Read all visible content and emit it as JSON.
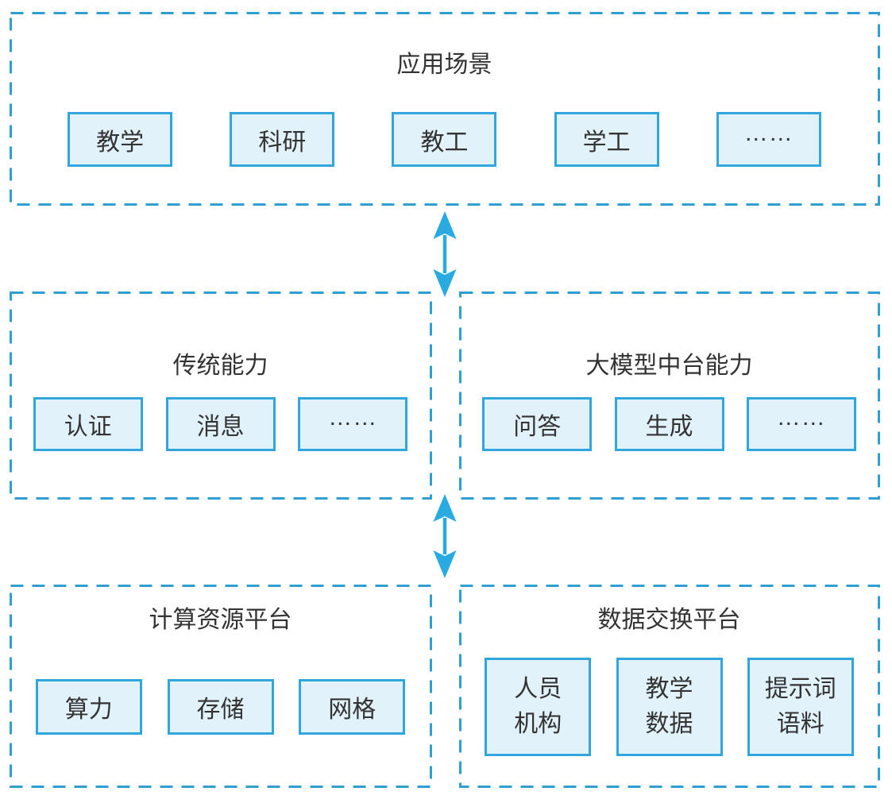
{
  "colors": {
    "background": "#ffffff",
    "dashed_container_border": "#2E9FD0",
    "arrow": "#29ABE2",
    "item_box_border": "#2FA7DC",
    "item_box_fill": "#E1F2FB",
    "text": "#333333"
  },
  "sections": {
    "app_scenarios": {
      "title": "应用场景",
      "items": [
        "教学",
        "科研",
        "教工",
        "学工",
        "……"
      ]
    },
    "traditional_capabilities": {
      "title": "传统能力",
      "items": [
        "认证",
        "消息",
        "……"
      ]
    },
    "llm_platform_capabilities": {
      "title": "大模型中台能力",
      "items": [
        "问答",
        "生成",
        "……"
      ]
    },
    "computing_resource_platform": {
      "title": "计算资源平台",
      "items": [
        "算力",
        "存储",
        "网格"
      ]
    },
    "data_exchange_platform": {
      "title": "数据交换平台",
      "items": [
        "人员\n机构",
        "教学\n数据",
        "提示词\n语料"
      ]
    }
  },
  "connectors": [
    {
      "name": "app-capabilities-link",
      "type": "double-headed-vertical-arrow"
    },
    {
      "name": "capabilities-platforms-link",
      "type": "double-headed-vertical-arrow"
    }
  ]
}
